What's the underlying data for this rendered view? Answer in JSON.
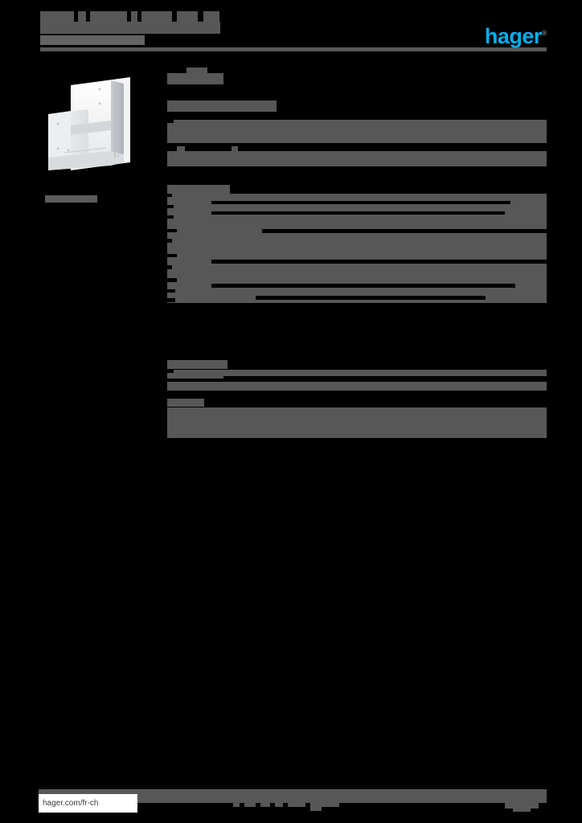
{
  "document": {
    "type": "product-datasheet",
    "page_background": "#000000",
    "redaction_color": "#575757",
    "title_redacted": true,
    "subtitle_redacted": true
  },
  "brand": {
    "logo_text": "hager",
    "logo_trademark": "®",
    "logo_color": "#00AEEF"
  },
  "product_image": {
    "alt_name": "trunking-corner-fitting",
    "caption_redacted": true,
    "body_color": "#e8e9ea",
    "shadow_color": "#f2f2f2"
  },
  "sections": [
    {
      "id": "section-overview",
      "heading_redacted": true,
      "heading_width": 86,
      "rows": [
        {
          "label_width": 136,
          "value_gaps": [],
          "height": 13,
          "full": true
        },
        {
          "label_width": 62,
          "value_gaps": [
            [
              70,
              330
            ]
          ],
          "height": 13,
          "full": true
        },
        {
          "label_width": 62,
          "value_gaps": [
            [
              70,
              320
            ]
          ],
          "height": 13,
          "full": true
        }
      ]
    },
    {
      "id": "section-technical",
      "heading_redacted": true,
      "heading_width": 78,
      "rows": [
        {
          "label_width": 50,
          "value_gaps": [
            [
              55,
              372
            ]
          ],
          "height": 12,
          "full": true
        },
        {
          "label_width": 50,
          "value_gaps": [
            [
              55,
              365
            ]
          ],
          "height": 12,
          "full": true
        },
        {
          "label_width": 50,
          "value_gaps": [],
          "height": 14,
          "full": true
        },
        {
          "label_width": 48,
          "value_gaps": [
            [
              118,
              350
            ]
          ],
          "height": 12,
          "full": true
        },
        {
          "label_width": 48,
          "value_gaps": [],
          "height": 18,
          "full": true
        },
        {
          "label_width": 48,
          "value_gaps": [
            [
              55,
              415
            ]
          ],
          "height": 12,
          "full": true
        },
        {
          "label_width": 48,
          "value_gaps": [],
          "height": 16,
          "full": true
        },
        {
          "label_width": 48,
          "value_gaps": [
            [
              55,
              378
            ]
          ],
          "height": 12,
          "full": true
        },
        {
          "label_width": 48,
          "value_gaps": [
            [
              110,
              280
            ]
          ],
          "height": 12,
          "full": true
        }
      ]
    },
    {
      "id": "section-logistics",
      "heading_redacted": true,
      "heading_width": 75,
      "rows": [
        {
          "label_width": 62,
          "value_gaps": [
            [
              70,
              402
            ]
          ],
          "height": 12,
          "full": true
        },
        {
          "label_width": 62,
          "value_gaps": [],
          "height": 11,
          "full": true
        }
      ]
    },
    {
      "id": "section-notes",
      "heading_redacted": true,
      "heading_width": 46,
      "rows": [
        {
          "label_width": 0,
          "value_gaps": [],
          "height": 38,
          "full": true
        }
      ]
    }
  ],
  "footer": {
    "url": "hager.com/fr-ch",
    "center_redacted": true,
    "right_redacted": true,
    "bar_color": "#585858"
  }
}
